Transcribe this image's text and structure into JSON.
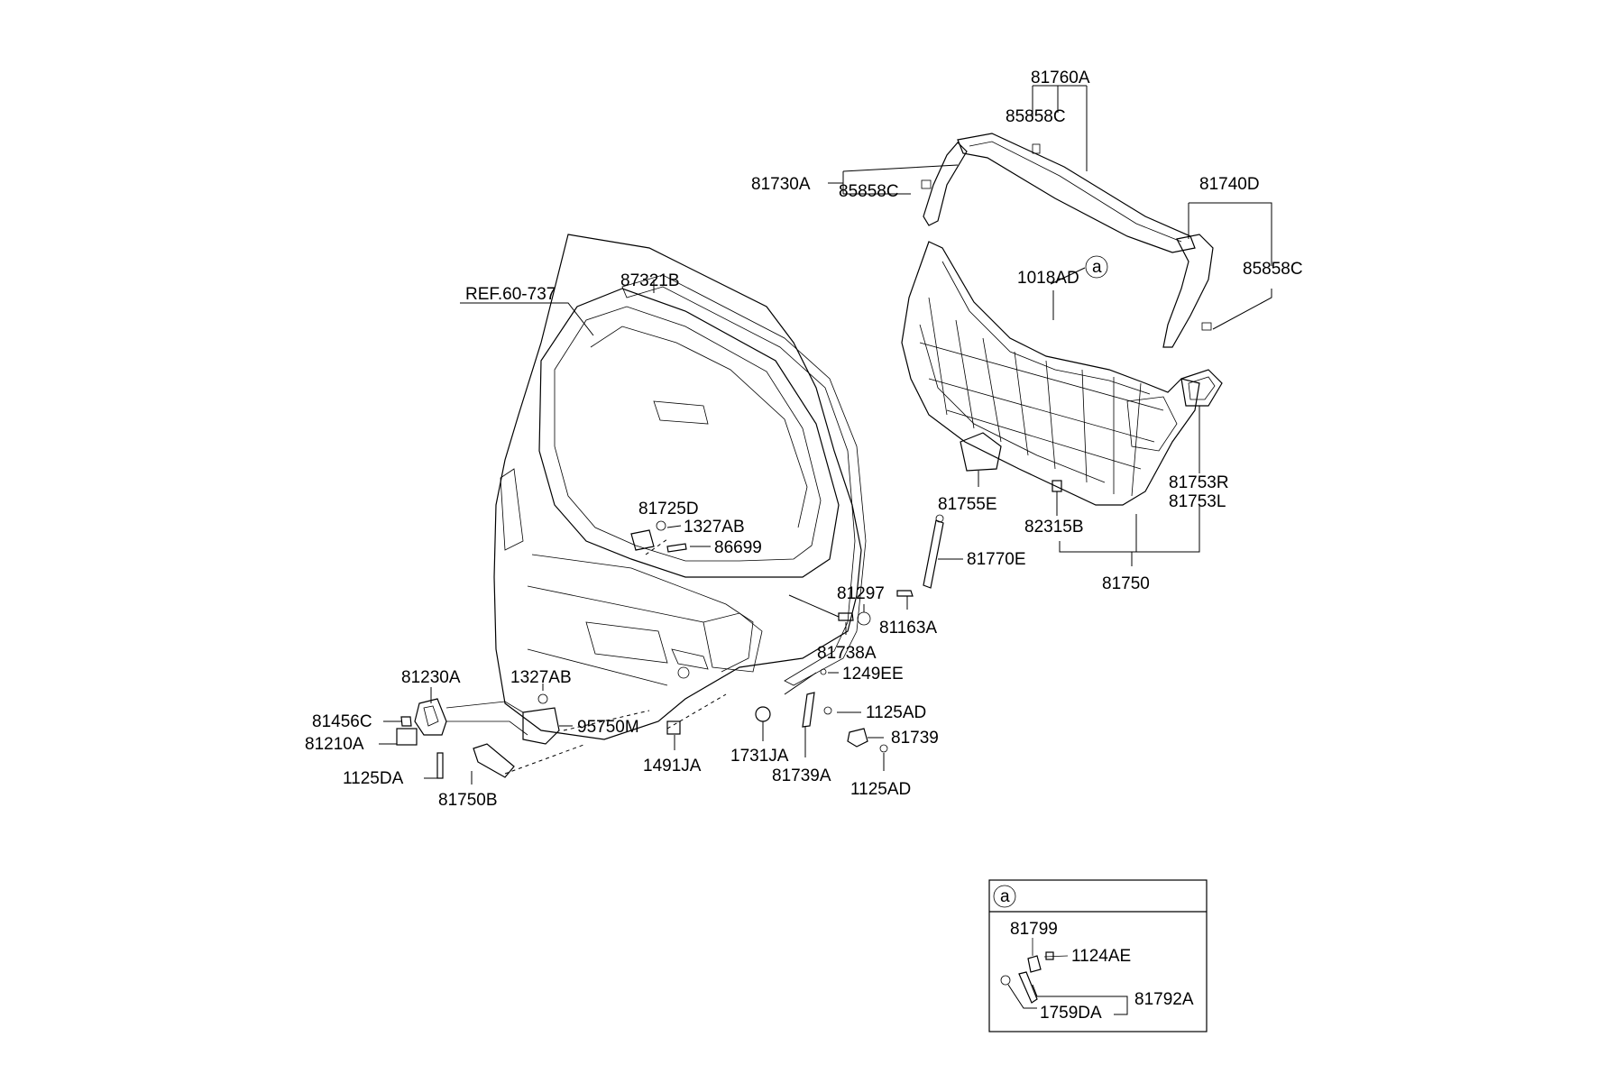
{
  "diagram": {
    "labels": {
      "p81760A": "81760A",
      "p85858C_top": "85858C",
      "p81730A": "81730A",
      "p85858C_left": "85858C",
      "p81740D": "81740D",
      "p85858C_right": "85858C",
      "p1018AD": "1018AD",
      "callout_a": "a",
      "p87321B": "87321B",
      "ref": "REF.60-737",
      "p81725D": "81725D",
      "p1327AB_top": "1327AB",
      "p86699": "86699",
      "p81753R": "81753R",
      "p81753L": "81753L",
      "p81755E": "81755E",
      "p82315B": "82315B",
      "p81770E": "81770E",
      "p81750": "81750",
      "p81297": "81297",
      "p81163A": "81163A",
      "p81738A": "81738A",
      "p1249EE": "1249EE",
      "p81230A": "81230A",
      "p1327AB_bottom": "1327AB",
      "p81456C": "81456C",
      "p95750M": "95750M",
      "p81210A": "81210A",
      "p1125AD_a": "1125AD",
      "p81739": "81739",
      "p1125DA": "1125DA",
      "p1491JA": "1491JA",
      "p1731JA": "1731JA",
      "p81739A": "81739A",
      "p1125AD_b": "1125AD",
      "p81750B": "81750B"
    },
    "inset": {
      "callout": "a",
      "p81799": "81799",
      "p1124AE": "1124AE",
      "p81792A": "81792A",
      "p1759DA": "1759DA"
    }
  }
}
